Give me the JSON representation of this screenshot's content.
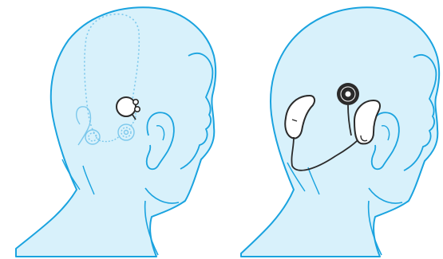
{
  "colors": {
    "background": "#ffffff",
    "head_outline": "#1aa3df",
    "head_fill": "#d8f1fb",
    "internal_parts": "#7cc8ec",
    "device_dark": "#2b2b2b",
    "device_light": "#ffffff"
  },
  "panels": [
    {
      "id": "implant",
      "icons": [
        "head-outline",
        "ear-outline",
        "implant-receiver-icon",
        "cochlea-electrode-icon"
      ]
    },
    {
      "id": "processor",
      "icons": [
        "head-outline",
        "ear-outline",
        "sound-processor-icon",
        "transmitter-coil-icon"
      ]
    }
  ]
}
